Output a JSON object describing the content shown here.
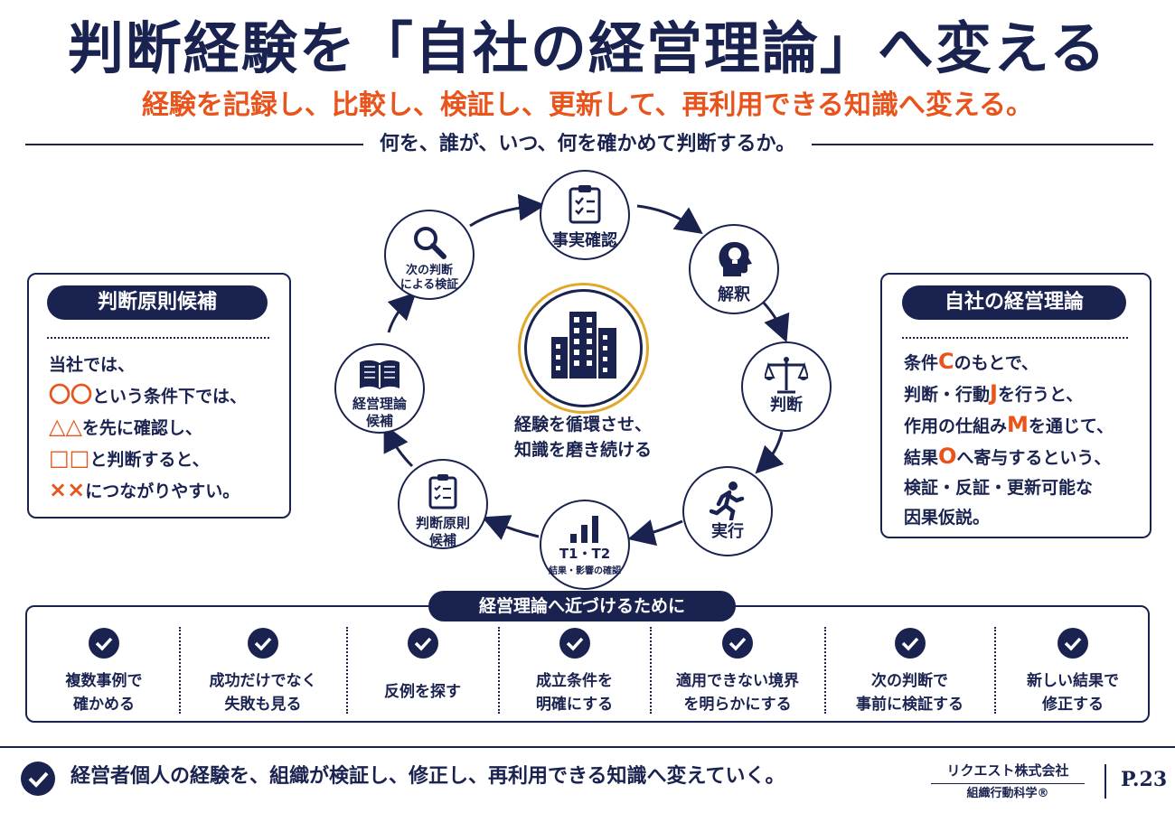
{
  "header": {
    "title": "判断経験を「自社の経営理論」へ変える",
    "subtitle": "経験を記録し、比較し、検証し、更新して、再利用できる知識へ変える。",
    "question": "何を、誰が、いつ、何を確かめて判断するか。"
  },
  "left_panel": {
    "heading": "判断原則候補",
    "line1": "当社では、",
    "line2_mark": "〇〇",
    "line2_text": "という条件下では、",
    "line3_mark": "△△",
    "line3_text": "を先に確認し、",
    "line4_mark": "□□",
    "line4_text": "と判断すると、",
    "line5_mark": "××",
    "line5_text": "につながりやすい。"
  },
  "right_panel": {
    "heading": "自社の経営理論",
    "l1_a": "条件",
    "l1_mark": "C",
    "l1_b": "のもとで、",
    "l2_a": "判断・行動",
    "l2_mark": "J",
    "l2_b": "を行うと、",
    "l3_a": "作用の仕組み",
    "l3_mark": "M",
    "l3_b": "を通じて、",
    "l4_a": "結果",
    "l4_mark": "O",
    "l4_b": "へ寄与するという、",
    "l5": "検証・反証・更新可能な",
    "l6": "因果仮説。"
  },
  "cycle": {
    "center_line1": "経験を循環させ、",
    "center_line2": "知識を磨き続ける",
    "nodes": [
      {
        "l1": "事実確認",
        "l2": "",
        "icon": "clipboard-check-icon"
      },
      {
        "l1": "解釈",
        "l2": "",
        "icon": "head-lightbulb-icon"
      },
      {
        "l1": "判断",
        "l2": "",
        "icon": "scales-icon"
      },
      {
        "l1": "実行",
        "l2": "",
        "icon": "running-person-icon"
      },
      {
        "l1": "T1・T2",
        "l2": "結果・影響の確認",
        "icon": "bar-chart-icon"
      },
      {
        "l1": "判断原則",
        "l2": "候補",
        "icon": "clipboard-list-icon"
      },
      {
        "l1": "経営理論",
        "l2": "候補",
        "icon": "open-book-icon"
      },
      {
        "l1": "次の判断",
        "l2": "による検証",
        "icon": "magnifier-icon"
      }
    ]
  },
  "actions": {
    "heading": "経営理論へ近づけるために",
    "items": [
      {
        "label": "複数事例で\n確かめる"
      },
      {
        "label": "成功だけでなく\n失敗も見る"
      },
      {
        "label": "反例を探す"
      },
      {
        "label": "成立条件を\n明確にする"
      },
      {
        "label": "適用できない境界\nを明らかにする"
      },
      {
        "label": "次の判断で\n事前に検証する"
      },
      {
        "label": "新しい結果で\n修正する"
      }
    ]
  },
  "footer": {
    "message": "経営者個人の経験を、組織が検証し、修正し、再利用できる知識へ変えていく。",
    "company": "リクエスト株式会社",
    "brand": "組織行動科学®",
    "page": "P.23"
  },
  "colors": {
    "navy": "#1a2350",
    "accent": "#e8541c",
    "gold": "#e2a82b"
  }
}
